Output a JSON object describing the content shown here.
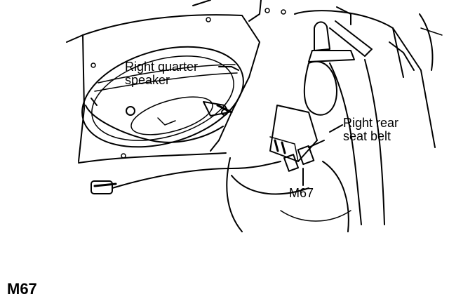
{
  "labels": {
    "speaker_line1": "Right quarter",
    "speaker_line2": "speaker",
    "belt_line1": "Right rear",
    "belt_line2": "seat belt",
    "connector": "M67"
  },
  "caption": "M67"
}
